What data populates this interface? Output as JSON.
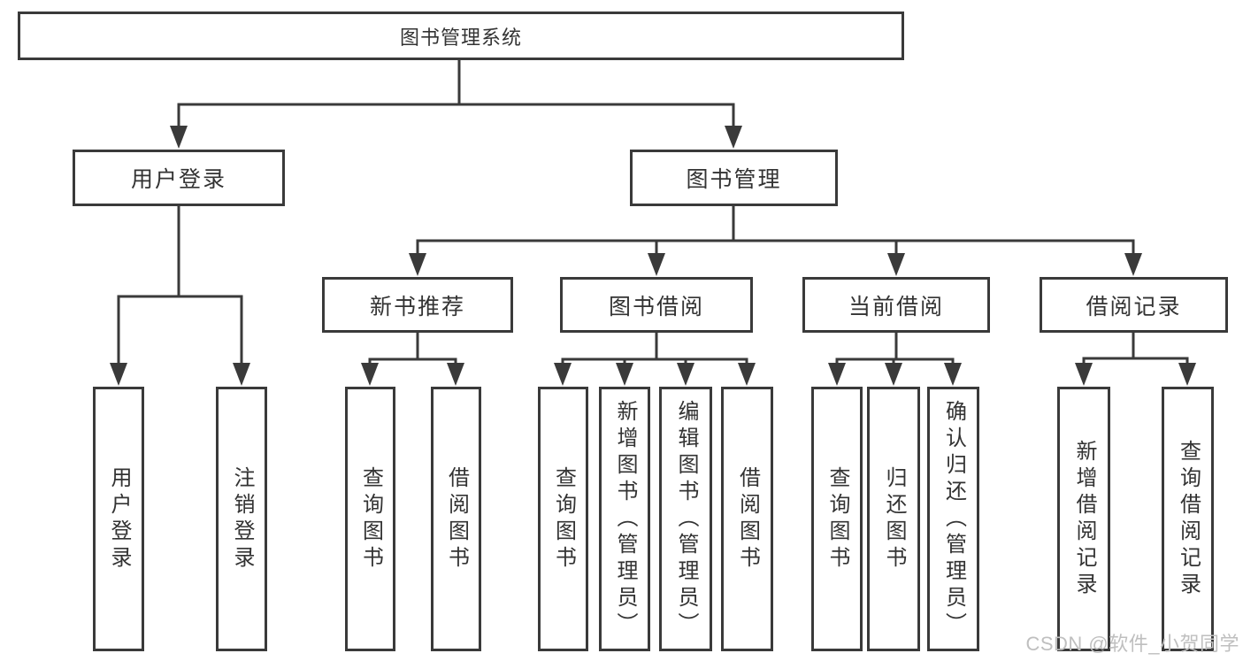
{
  "diagram": {
    "nodes": {
      "root": "图书管理系统",
      "user_login": "用户登录",
      "book_management": "图书管理",
      "new_book_recommend": "新书推荐",
      "book_borrowing": "图书借阅",
      "current_borrowing": "当前借阅",
      "borrowing_records": "借阅记录",
      "leaf_user_login": "用户登录",
      "leaf_logout": "注销登录",
      "leaf_query_books_recommend": "查询图书",
      "leaf_borrow_books_recommend": "借阅图书",
      "leaf_query_books_borrow": "查询图书",
      "leaf_add_books_admin": "新增图书（管理员）",
      "leaf_edit_books_admin": "编辑图书（管理员）",
      "leaf_borrow_books_borrow": "借阅图书",
      "leaf_query_books_current": "查询图书",
      "leaf_return_books": "归还图书",
      "leaf_confirm_return_admin": "确认归还（管理员）",
      "leaf_add_borrow_record": "新增借阅记录",
      "leaf_query_borrow_record": "查询借阅记录"
    }
  },
  "watermark": {
    "text": "CSDN @软件_小贺同学"
  },
  "colors": {
    "line": "#3a3a3a",
    "text": "#333333",
    "watermark": "#bfbfbf",
    "background": "#ffffff"
  }
}
